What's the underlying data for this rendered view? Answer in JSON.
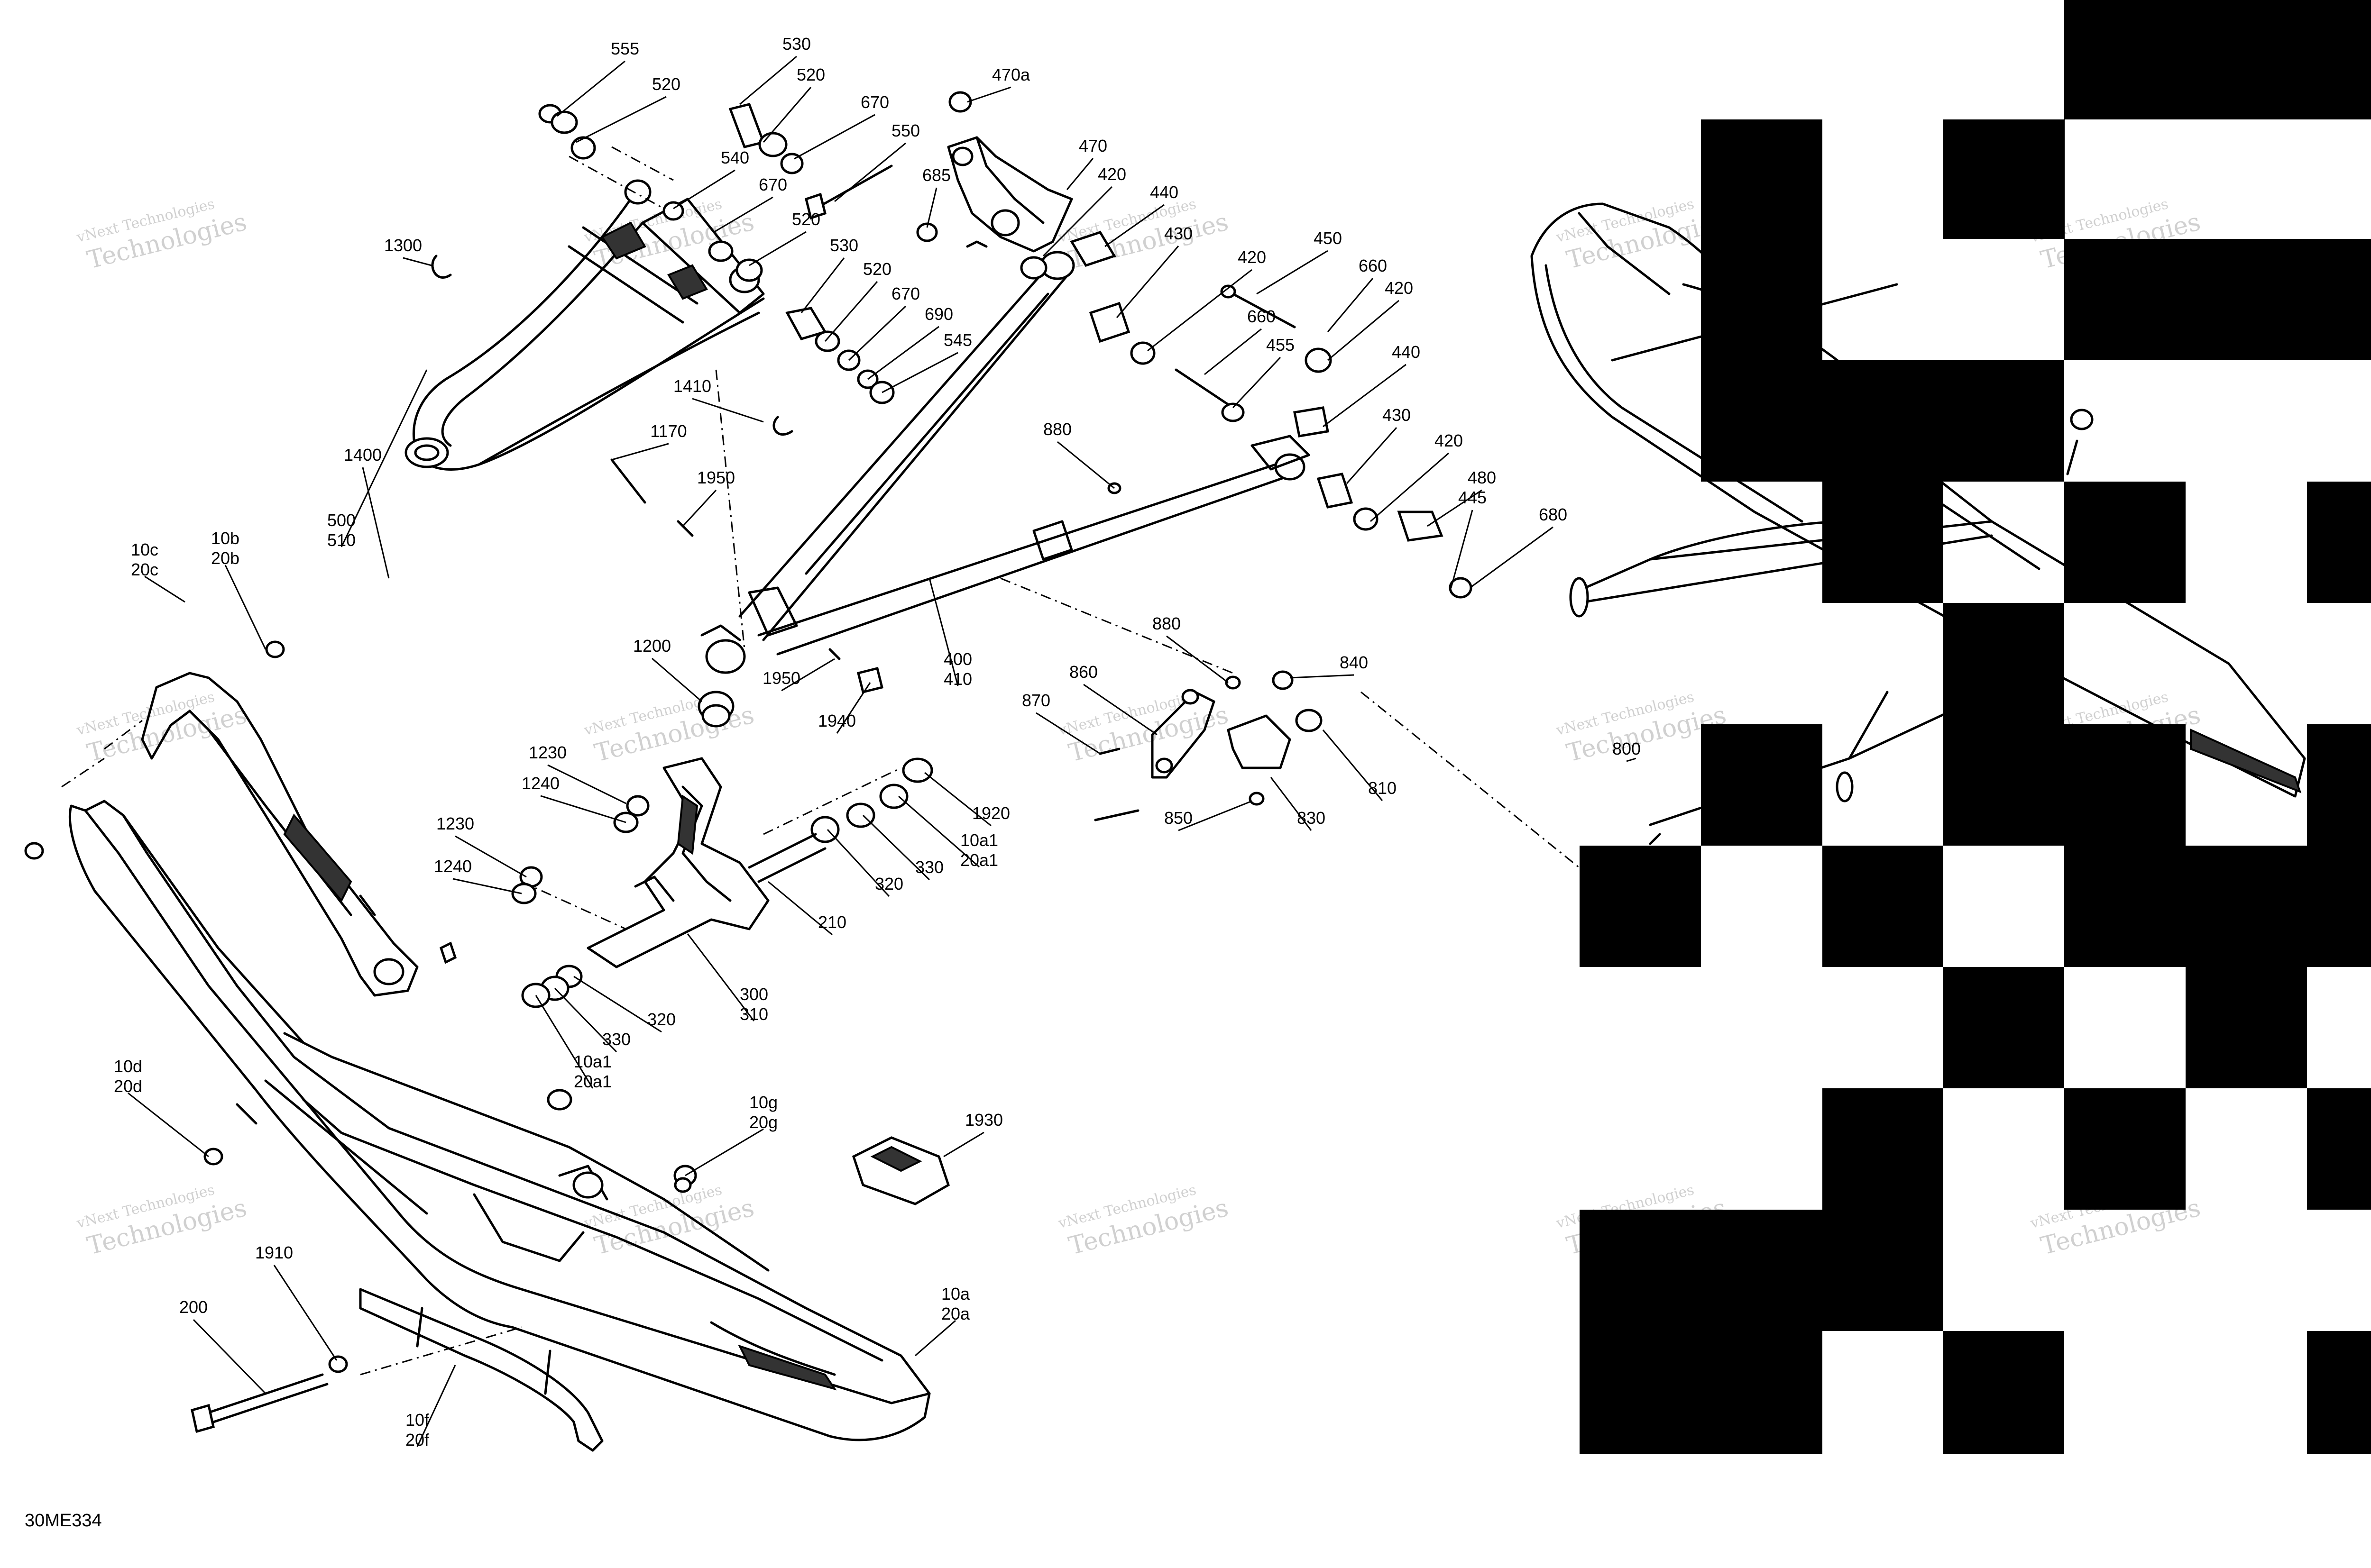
{
  "diagram_code": "30ME334",
  "watermark": {
    "line1": "vNext Technologies",
    "line2": "Technologies"
  },
  "callouts": [
    {
      "id": "c555",
      "lines": [
        "555"
      ]
    },
    {
      "id": "c530a",
      "lines": [
        "530"
      ]
    },
    {
      "id": "c520a",
      "lines": [
        "520"
      ]
    },
    {
      "id": "c520b",
      "lines": [
        "520"
      ]
    },
    {
      "id": "c670a",
      "lines": [
        "670"
      ]
    },
    {
      "id": "c550",
      "lines": [
        "550"
      ]
    },
    {
      "id": "c540",
      "lines": [
        "540"
      ]
    },
    {
      "id": "c670b",
      "lines": [
        "670"
      ]
    },
    {
      "id": "c520c",
      "lines": [
        "520"
      ]
    },
    {
      "id": "c470a",
      "lines": [
        "470a"
      ]
    },
    {
      "id": "c470",
      "lines": [
        "470"
      ]
    },
    {
      "id": "c685",
      "lines": [
        "685"
      ]
    },
    {
      "id": "c420a",
      "lines": [
        "420"
      ]
    },
    {
      "id": "c440a",
      "lines": [
        "440"
      ]
    },
    {
      "id": "c430a",
      "lines": [
        "430"
      ]
    },
    {
      "id": "c450",
      "lines": [
        "450"
      ]
    },
    {
      "id": "c420b",
      "lines": [
        "420"
      ]
    },
    {
      "id": "c660a",
      "lines": [
        "660"
      ]
    },
    {
      "id": "c420c",
      "lines": [
        "420"
      ]
    },
    {
      "id": "c660b",
      "lines": [
        "660"
      ]
    },
    {
      "id": "c455",
      "lines": [
        "455"
      ]
    },
    {
      "id": "c1300",
      "lines": [
        "1300"
      ]
    },
    {
      "id": "c530b",
      "lines": [
        "530"
      ]
    },
    {
      "id": "c520d",
      "lines": [
        "520"
      ]
    },
    {
      "id": "c670c",
      "lines": [
        "670"
      ]
    },
    {
      "id": "c690",
      "lines": [
        "690"
      ]
    },
    {
      "id": "c545",
      "lines": [
        "545"
      ]
    },
    {
      "id": "c500",
      "lines": [
        "500",
        "510"
      ]
    },
    {
      "id": "c440b",
      "lines": [
        "440"
      ]
    },
    {
      "id": "c1410",
      "lines": [
        "1410"
      ]
    },
    {
      "id": "c1170",
      "lines": [
        "1170"
      ]
    },
    {
      "id": "c880a",
      "lines": [
        "880"
      ]
    },
    {
      "id": "c430b",
      "lines": [
        "430"
      ]
    },
    {
      "id": "c1400",
      "lines": [
        "1400"
      ]
    },
    {
      "id": "c1950a",
      "lines": [
        "1950"
      ]
    },
    {
      "id": "c420d",
      "lines": [
        "420"
      ]
    },
    {
      "id": "c480",
      "lines": [
        "480"
      ]
    },
    {
      "id": "c445",
      "lines": [
        "445"
      ]
    },
    {
      "id": "c680",
      "lines": [
        "680"
      ]
    },
    {
      "id": "c10c",
      "lines": [
        "10c",
        "20c"
      ]
    },
    {
      "id": "c10b",
      "lines": [
        "10b",
        "20b"
      ]
    },
    {
      "id": "c1200",
      "lines": [
        "1200"
      ]
    },
    {
      "id": "c400",
      "lines": [
        "400",
        "410"
      ]
    },
    {
      "id": "c1950b",
      "lines": [
        "1950"
      ]
    },
    {
      "id": "c1940",
      "lines": [
        "1940"
      ]
    },
    {
      "id": "c880b",
      "lines": [
        "880"
      ]
    },
    {
      "id": "c860",
      "lines": [
        "860"
      ]
    },
    {
      "id": "c840",
      "lines": [
        "840"
      ]
    },
    {
      "id": "c870",
      "lines": [
        "870"
      ]
    },
    {
      "id": "c810",
      "lines": [
        "810"
      ]
    },
    {
      "id": "c830",
      "lines": [
        "830"
      ]
    },
    {
      "id": "c850",
      "lines": [
        "850"
      ]
    },
    {
      "id": "c1230a",
      "lines": [
        "1230"
      ]
    },
    {
      "id": "c1240a",
      "lines": [
        "1240"
      ]
    },
    {
      "id": "c1920",
      "lines": [
        "1920"
      ]
    },
    {
      "id": "c1230b",
      "lines": [
        "1230"
      ]
    },
    {
      "id": "c10a1a",
      "lines": [
        "10a1",
        "20a1"
      ]
    },
    {
      "id": "c1240b",
      "lines": [
        "1240"
      ]
    },
    {
      "id": "c330a",
      "lines": [
        "330"
      ]
    },
    {
      "id": "c320a",
      "lines": [
        "320"
      ]
    },
    {
      "id": "c210",
      "lines": [
        "210"
      ]
    },
    {
      "id": "c300",
      "lines": [
        "300",
        "310"
      ]
    },
    {
      "id": "c320b",
      "lines": [
        "320"
      ]
    },
    {
      "id": "c330b",
      "lines": [
        "330"
      ]
    },
    {
      "id": "c10a1b",
      "lines": [
        "10a1",
        "20a1"
      ]
    },
    {
      "id": "c10d",
      "lines": [
        "10d",
        "20d"
      ]
    },
    {
      "id": "c10g",
      "lines": [
        "10g",
        "20g"
      ]
    },
    {
      "id": "c1930",
      "lines": [
        "1930"
      ]
    },
    {
      "id": "c1910",
      "lines": [
        "1910"
      ]
    },
    {
      "id": "c200",
      "lines": [
        "200"
      ]
    },
    {
      "id": "c10a",
      "lines": [
        "10a",
        "20a"
      ]
    },
    {
      "id": "c10f",
      "lines": [
        "10f",
        "20f"
      ]
    },
    {
      "id": "c800",
      "lines": [
        "800"
      ]
    }
  ]
}
